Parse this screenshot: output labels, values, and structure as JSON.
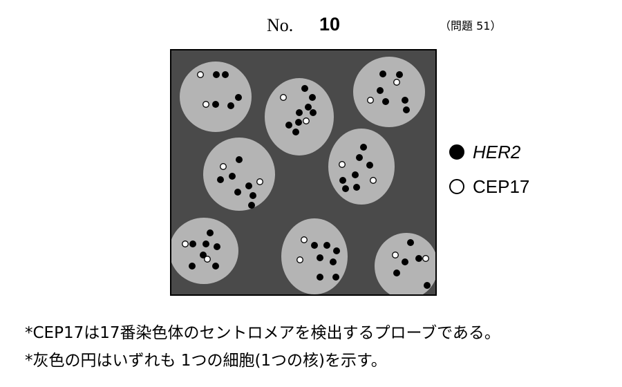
{
  "header": {
    "no_label": "No.",
    "no_value": "10",
    "question_ref": "（問題 51）"
  },
  "legend": [
    {
      "label": "HER2",
      "color": "#000000",
      "italic": true
    },
    {
      "label": "CEP17",
      "color": "#ffffff",
      "italic": false
    }
  ],
  "notes": [
    "*CEP17は17番染色体のセントロメアを検出するプローブである。",
    "*灰色の円はいずれも 1つの細胞(1つの核)を示す。"
  ],
  "cells": [
    {
      "her2": 5,
      "cep17": 2
    },
    {
      "her2": 8,
      "cep17": 2
    },
    {
      "her2": 6,
      "cep17": 2
    },
    {
      "her2": 7,
      "cep17": 2
    },
    {
      "her2": 7,
      "cep17": 2
    },
    {
      "her2": 7,
      "cep17": 2
    },
    {
      "her2": 7,
      "cep17": 2
    },
    {
      "her2": 5,
      "cep17": 2
    }
  ],
  "colors": {
    "background": "#4a4a4a",
    "nucleus": "#b4b4b4",
    "her2": "#000000",
    "cep17": "#ffffff"
  }
}
